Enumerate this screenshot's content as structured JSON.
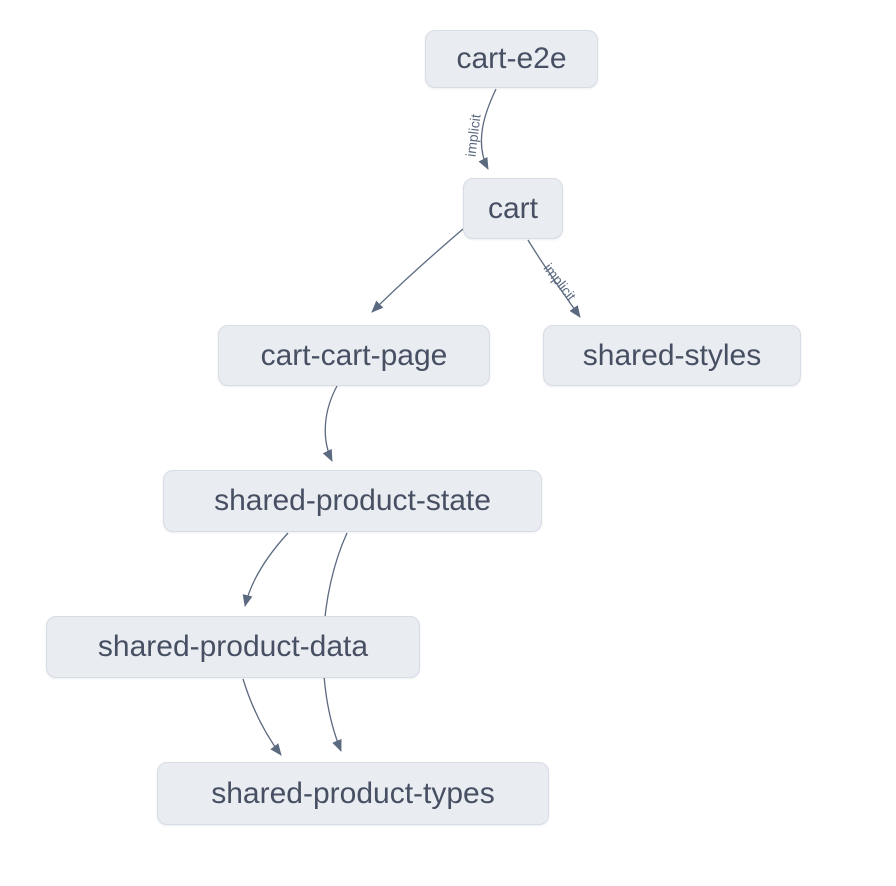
{
  "graph": {
    "nodes": [
      {
        "id": "cart-e2e",
        "label": "cart-e2e"
      },
      {
        "id": "cart",
        "label": "cart"
      },
      {
        "id": "cart-cart-page",
        "label": "cart-cart-page"
      },
      {
        "id": "shared-styles",
        "label": "shared-styles"
      },
      {
        "id": "shared-product-state",
        "label": "shared-product-state"
      },
      {
        "id": "shared-product-data",
        "label": "shared-product-data"
      },
      {
        "id": "shared-product-types",
        "label": "shared-product-types"
      }
    ],
    "edges": [
      {
        "from": "cart-e2e",
        "to": "cart",
        "label": "implicit"
      },
      {
        "from": "cart",
        "to": "cart-cart-page",
        "label": ""
      },
      {
        "from": "cart",
        "to": "shared-styles",
        "label": "implicit"
      },
      {
        "from": "cart-cart-page",
        "to": "shared-product-state",
        "label": ""
      },
      {
        "from": "shared-product-state",
        "to": "shared-product-data",
        "label": ""
      },
      {
        "from": "shared-product-state",
        "to": "shared-product-types",
        "label": ""
      },
      {
        "from": "shared-product-data",
        "to": "shared-product-types",
        "label": ""
      }
    ],
    "colors": {
      "background": "#ffffff",
      "node_fill": "#e9ecf1",
      "node_border": "#d7dce5",
      "node_text": "#475063",
      "edge": "#5c6a80",
      "edge_label": "#5c6a80"
    }
  }
}
